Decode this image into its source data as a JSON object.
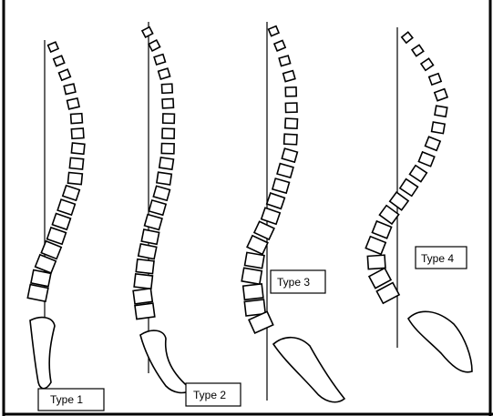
{
  "figure": {
    "types": [
      {
        "label": "Type 1"
      },
      {
        "label": "Type 2"
      },
      {
        "label": "Type 3"
      },
      {
        "label": "Type 4"
      }
    ]
  }
}
